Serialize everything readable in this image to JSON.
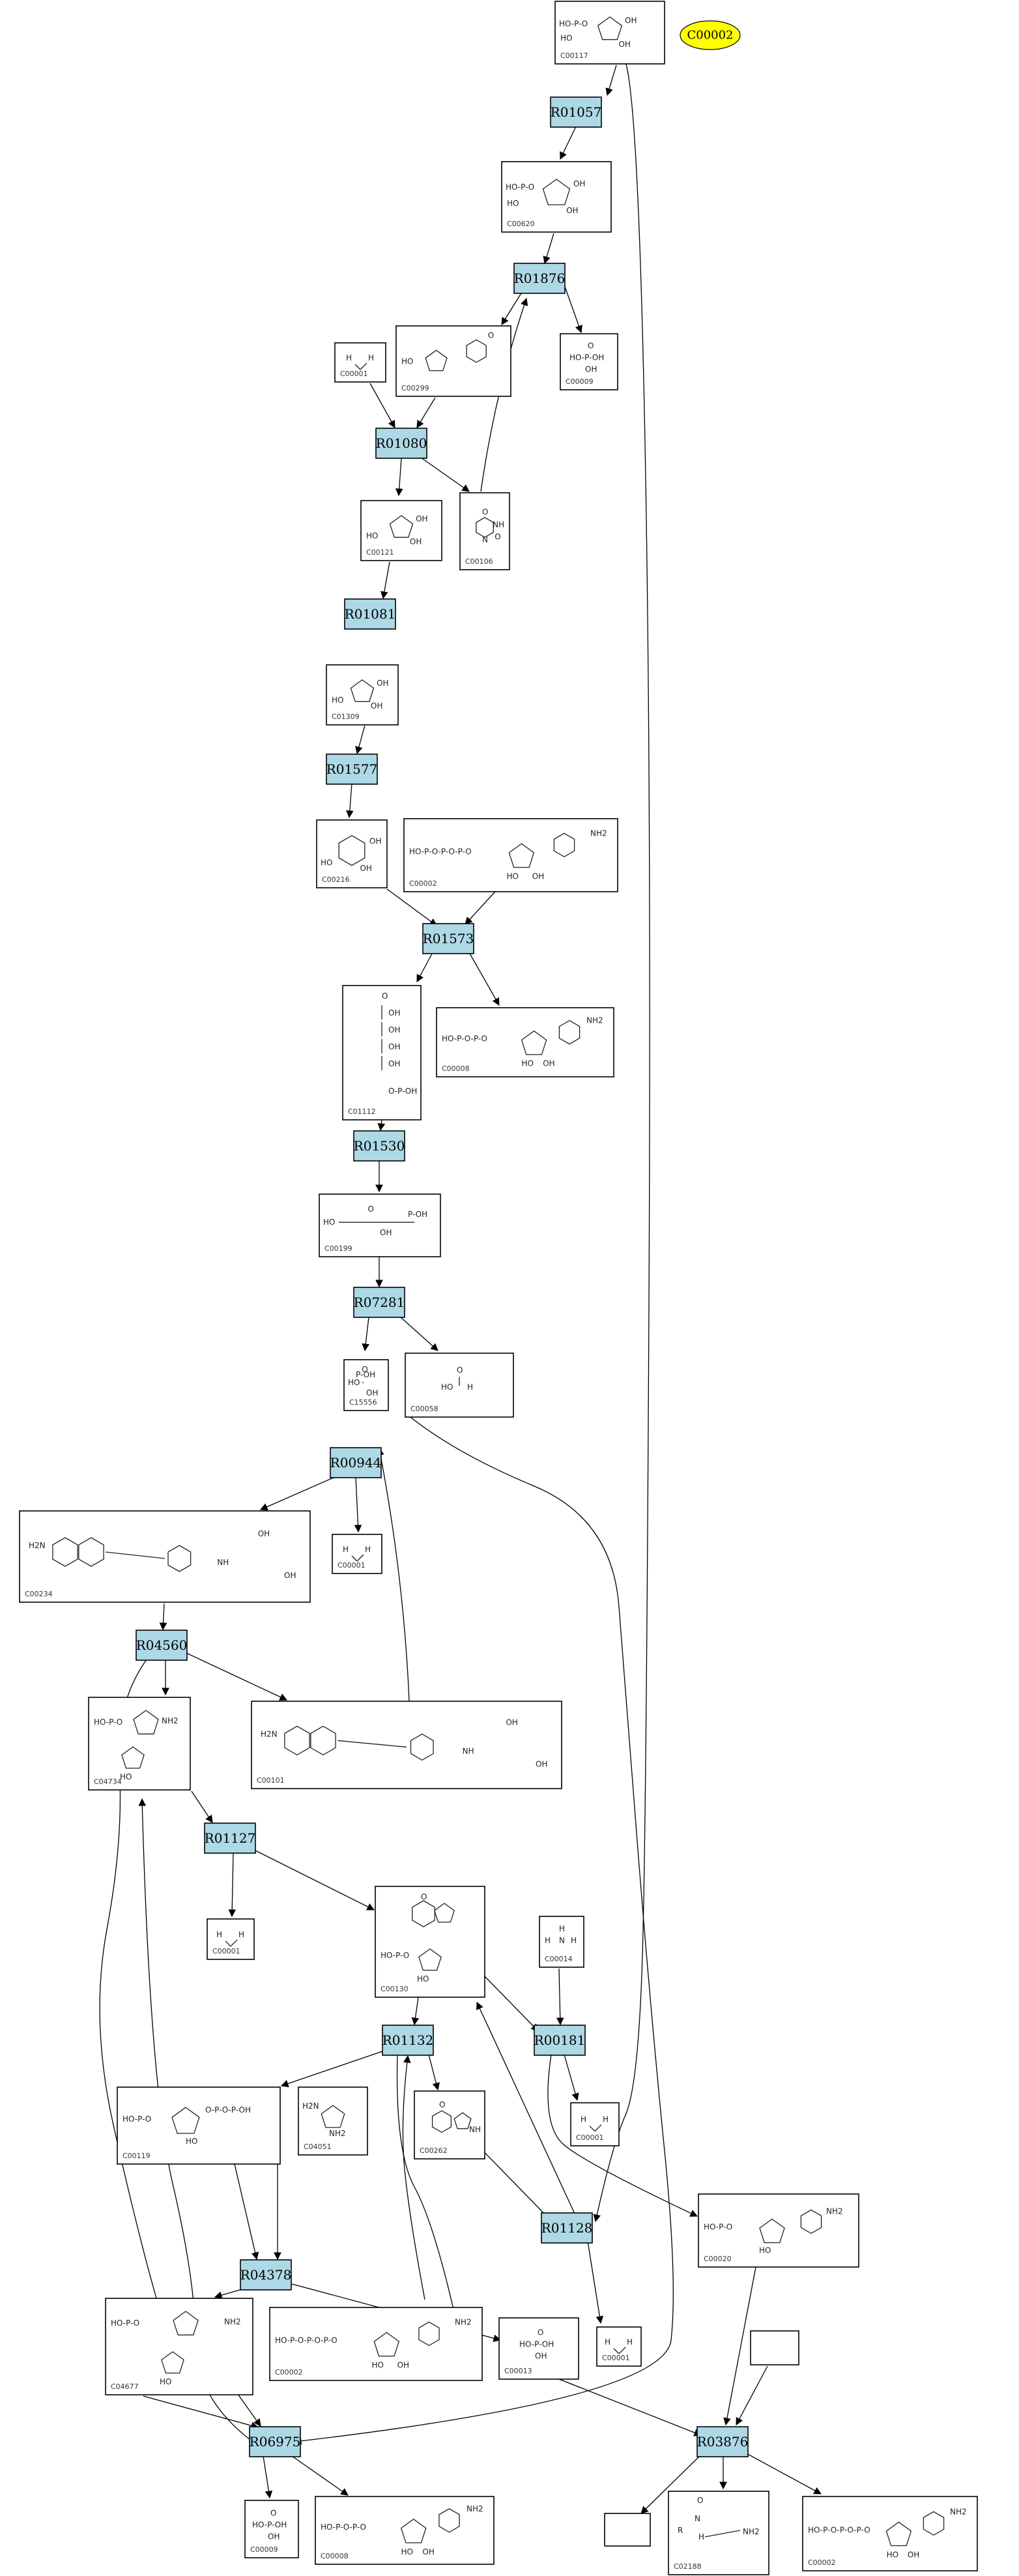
{
  "highlight": {
    "label": "C00002",
    "color": "#ffff00"
  },
  "reaction_color": "#add8e6",
  "reactions": [
    {
      "id": "R01057"
    },
    {
      "id": "R01876"
    },
    {
      "id": "R01080"
    },
    {
      "id": "R01081"
    },
    {
      "id": "R01577"
    },
    {
      "id": "R01573"
    },
    {
      "id": "R01530"
    },
    {
      "id": "R07281"
    },
    {
      "id": "R00944"
    },
    {
      "id": "R04560"
    },
    {
      "id": "R01127"
    },
    {
      "id": "R01132"
    },
    {
      "id": "R00181"
    },
    {
      "id": "R04378"
    },
    {
      "id": "R01128"
    },
    {
      "id": "R06975"
    },
    {
      "id": "R03876"
    }
  ],
  "compounds": [
    {
      "id": "C00117",
      "s": "ribose5p"
    },
    {
      "id": "C00620",
      "s": "ribose1p"
    },
    {
      "id": "C00299",
      "s": "nucleoside"
    },
    {
      "id": "C00001",
      "s": "water"
    },
    {
      "id": "C00009",
      "s": "phosphate"
    },
    {
      "id": "C00121",
      "s": "furanose"
    },
    {
      "id": "C00106",
      "s": "uracil"
    },
    {
      "id": "C01309",
      "s": "furanose"
    },
    {
      "id": "C00216",
      "s": "pyranose"
    },
    {
      "id": "C00002",
      "s": "atp"
    },
    {
      "id": "C01112",
      "s": "chain"
    },
    {
      "id": "C00008",
      "s": "adp"
    },
    {
      "id": "C00199",
      "s": "ribulose"
    },
    {
      "id": "C00058",
      "s": "formate"
    },
    {
      "id": "C15556",
      "s": "dhap"
    },
    {
      "id": "C00234",
      "s": "folate"
    },
    {
      "id": "C00001",
      "s": "water"
    },
    {
      "id": "C04734",
      "s": "aicar"
    },
    {
      "id": "C00101",
      "s": "folate"
    },
    {
      "id": "C00001",
      "s": "water"
    },
    {
      "id": "C00130",
      "s": "imp"
    },
    {
      "id": "C00014",
      "s": "ammonia"
    },
    {
      "id": "C00119",
      "s": "prpp"
    },
    {
      "id": "C04051",
      "s": "aminoimidazole"
    },
    {
      "id": "C00262",
      "s": "hypoxanthine"
    },
    {
      "id": "C00001",
      "s": "water"
    },
    {
      "id": "C00020",
      "s": "amp"
    },
    {
      "id": "C04677",
      "s": "aicar"
    },
    {
      "id": "C00002",
      "s": "atp"
    },
    {
      "id": "C00013",
      "s": "phosphate"
    },
    {
      "id": "C00001",
      "s": "water"
    },
    {
      "id": "",
      "s": "empty"
    },
    {
      "id": "C00009",
      "s": "phosphate"
    },
    {
      "id": "C00008",
      "s": "adp"
    },
    {
      "id": "",
      "s": "empty"
    },
    {
      "id": "C02188",
      "s": "lysine"
    },
    {
      "id": "C00002",
      "s": "atp"
    }
  ]
}
